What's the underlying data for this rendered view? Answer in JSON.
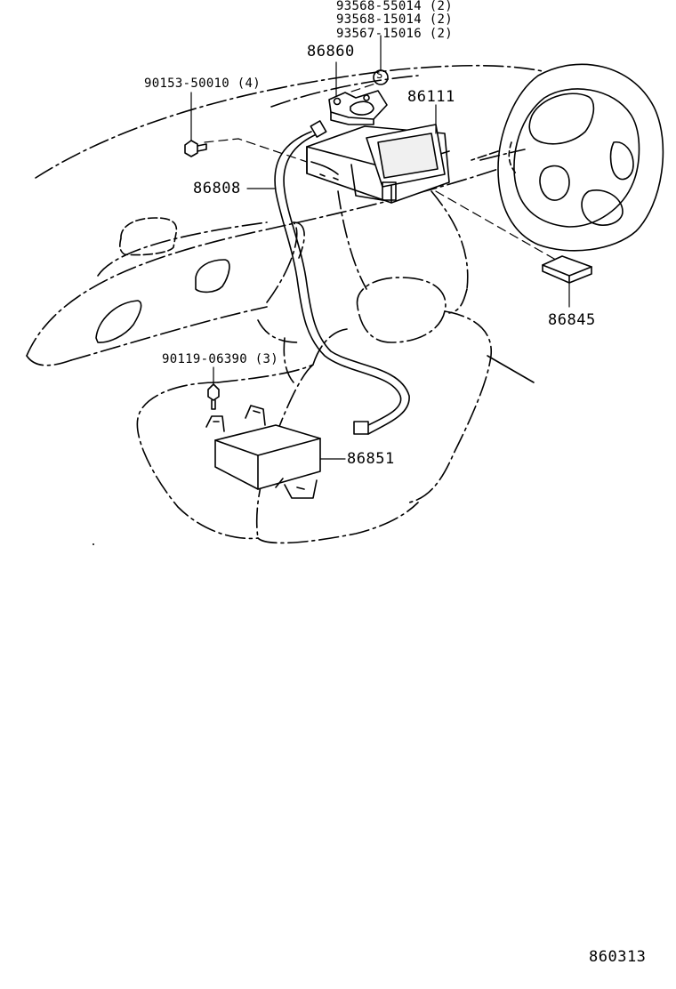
{
  "diagram": {
    "part_callouts": {
      "nut_a": "93568-55014 (2)",
      "nut_b": "93568-15014 (2)",
      "screw_c": "93567-15016 (2)",
      "bracket": "86860",
      "bolt": "90153-50010 (4)",
      "display": "86111",
      "cable": "86808",
      "sensor": "86845",
      "clip_screw": "90119-06390 (3)",
      "amplifier": "86851"
    },
    "standard_symbol": "S",
    "figure_number": "860313"
  },
  "colors": {
    "line": "#000000",
    "fill": "#ffffff",
    "screen": "#f0f0f0"
  }
}
